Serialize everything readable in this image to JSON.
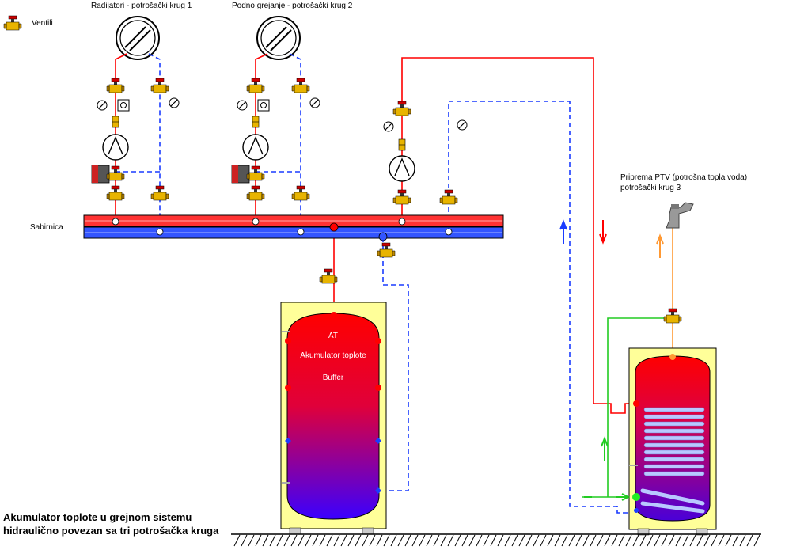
{
  "legend": {
    "valve_label": "Ventili"
  },
  "circuits": {
    "circuit1_label": "Radijatori - potrošački krug 1",
    "circuit2_label": "Podno grejanje - potrošački krug 2",
    "circuit3_line1": "Priprema PTV (potrošna topla voda)",
    "circuit3_line2": "potrošački krug 3"
  },
  "manifold": {
    "label": "Sabirnica"
  },
  "buffer_tank": {
    "tag": "AT",
    "name": "Akumulator toplote",
    "subname": "Buffer"
  },
  "caption": {
    "line1": "Akumulator toplote u grejnom sistemu",
    "line2": "hidraulično povezan sa tri potrošačka kruga"
  },
  "colors": {
    "supply": "#ff0000",
    "return": "#1a3cff",
    "cold_water": "#22cc22",
    "hot_water": "#ff9933",
    "tank_jacket": "#ffff99",
    "manifold_red": "#ff3333",
    "manifold_blue": "#3355ff"
  },
  "icons": [
    "valve-icon",
    "pump-icon",
    "radiator-icon",
    "thermometer-icon",
    "mixing-valve-icon",
    "faucet-icon",
    "heat-exchanger-coil-icon"
  ]
}
